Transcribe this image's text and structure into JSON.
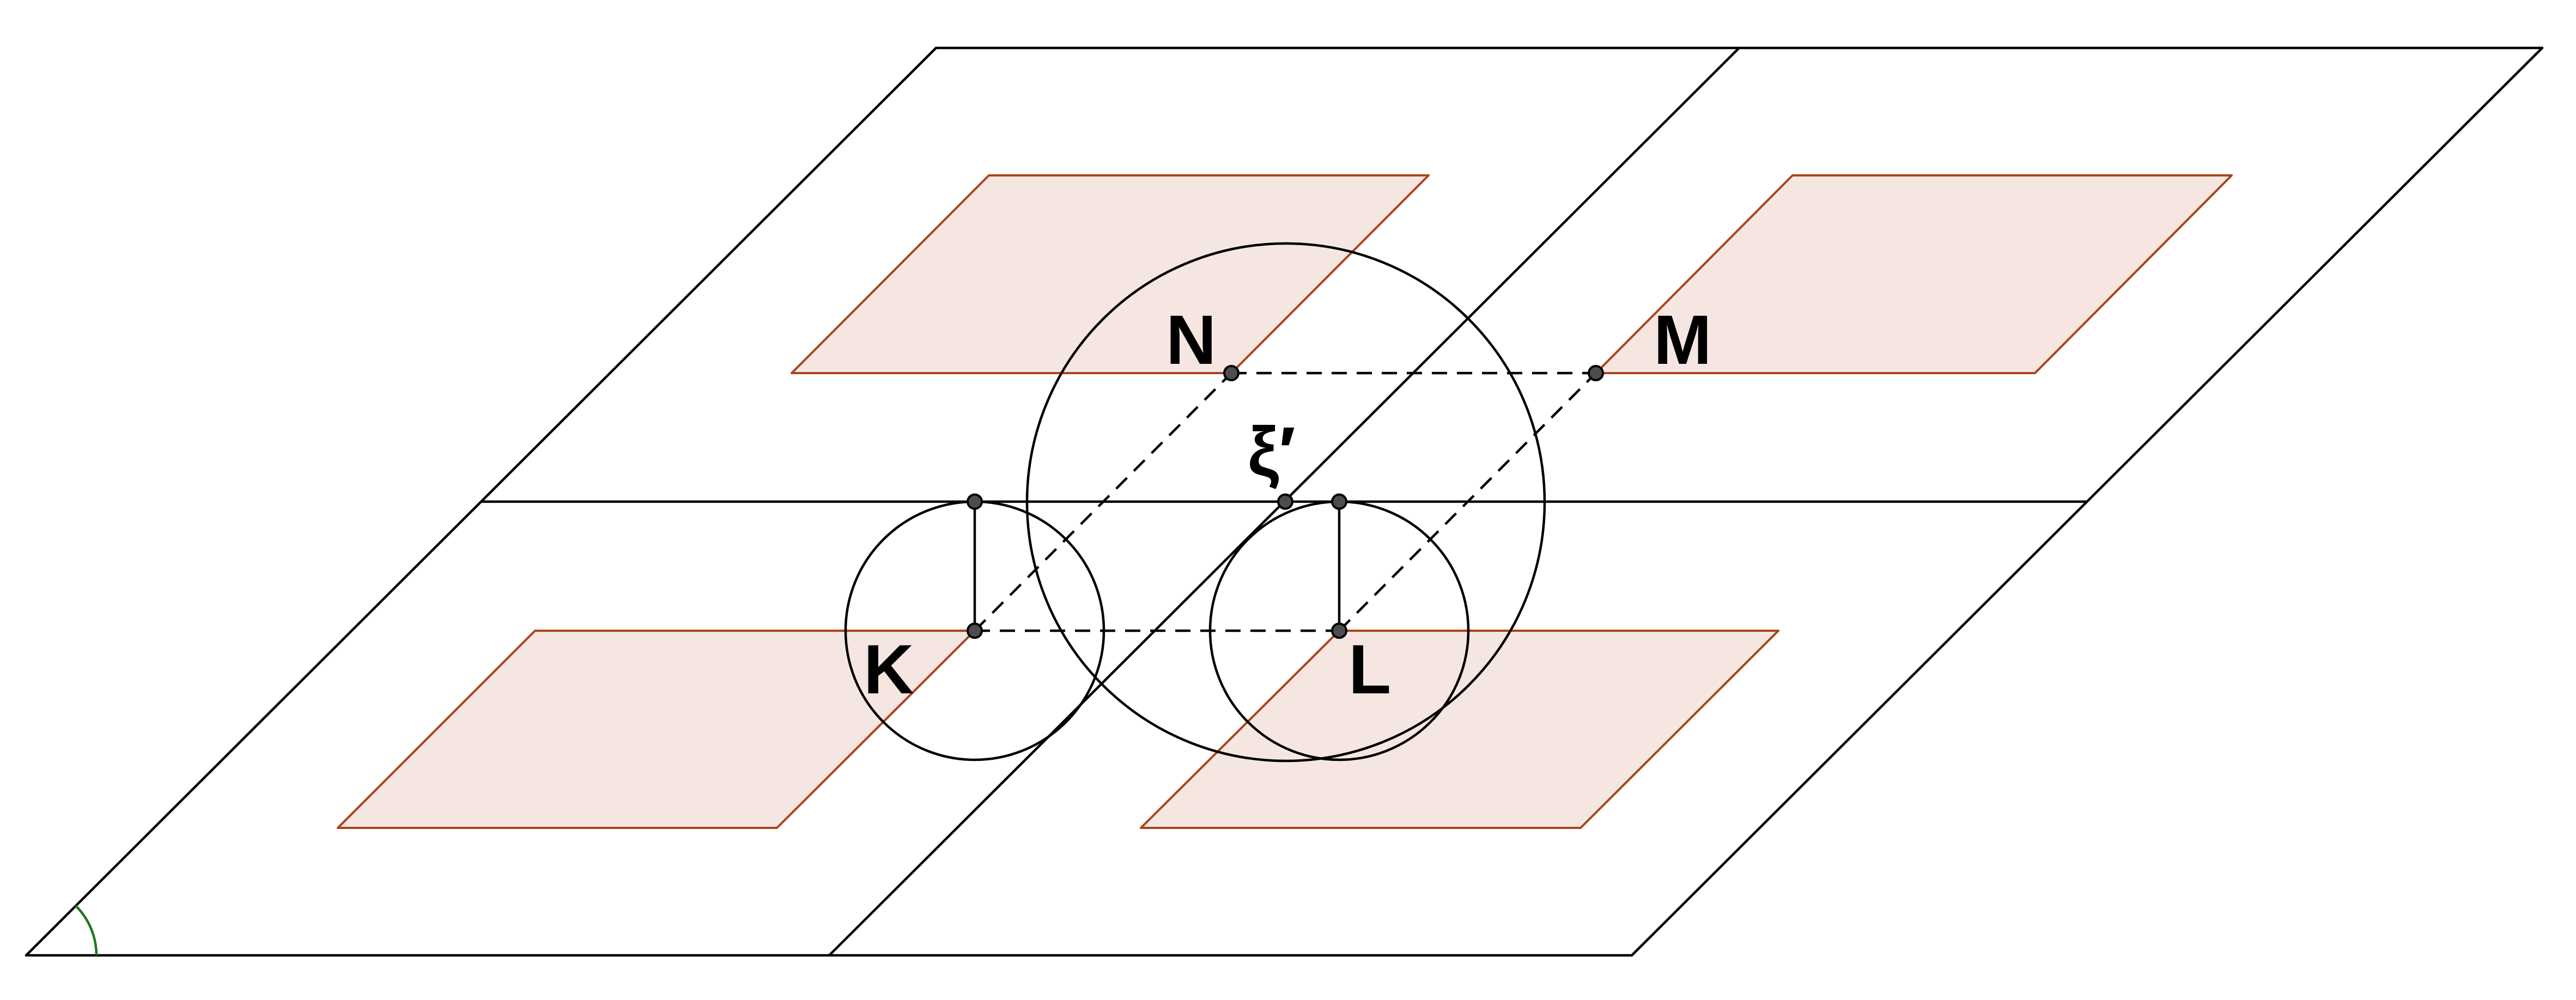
{
  "labels": {
    "N": "N",
    "M": "M",
    "xi": "ξ′",
    "K": "K",
    "L": "L"
  },
  "colors": {
    "line": "#000000",
    "rect_fill": "#f5e6e2",
    "rect_stroke": "#a9441b",
    "point_fill": "#4d4d4d",
    "angle_arc": "#1a7a1a"
  }
}
